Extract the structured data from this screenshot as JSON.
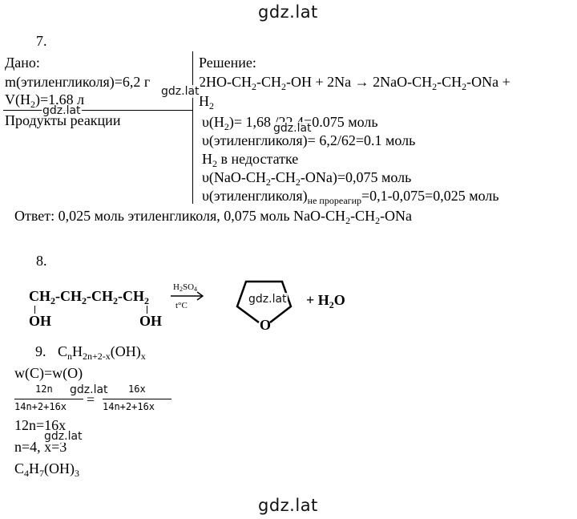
{
  "watermark": "gdz.lat",
  "task7": {
    "number": "7.",
    "given_title": "Дано:",
    "given_mass_pre": "m(этиленгликоля)=6,2 г",
    "given_volume_pre": "V(H",
    "given_volume_sub": "2",
    "given_volume_post": ")=1,68 л",
    "given_products": "Продукты реакции",
    "solution_title": "Решение:",
    "eq_parts": [
      "2HO-CH",
      "2",
      "-CH",
      "2",
      "-OH + 2Na → 2NaO-CH",
      "2",
      "-CH",
      "2",
      "-ONa +"
    ],
    "eq_tail_pre": "H",
    "eq_tail_sub": "2",
    "line_h2_pre": "υ(H",
    "line_h2_sub": "2",
    "line_h2_post": ")= 1,68 /22,4=0.075 моль",
    "line_glycol": "υ(этиленгликоля)= 6,2/62=0.1 моль",
    "line_deficit_pre": "H",
    "line_deficit_sub": "2",
    "line_deficit_post": " в недостатке",
    "line_naocalc_parts": [
      "υ(NaO-CH",
      "2",
      "-CH",
      "2",
      "-ONa)=0,075 моль"
    ],
    "line_left_pre": "υ(этиленгликоля)",
    "line_left_sub": "не прореагир",
    "line_left_post": "=0,1-0,075=0,025 моль",
    "answer_parts": [
      "Ответ: 0,025 моль этиленгликоля, 0,075 моль NaO-CH",
      "2",
      "-CH",
      "2",
      "-ONa"
    ]
  },
  "task8": {
    "number": "8.",
    "chain_parts": [
      "CH",
      "2",
      "-CH",
      "2",
      "-CH",
      "2",
      "-CH",
      "2"
    ],
    "oh_left": "OH",
    "oh_right": "OH",
    "cond_top_pre": "H",
    "cond_top_sub": "2",
    "cond_top_mid": "SO",
    "cond_top_sub2": "4",
    "cond_bottom": "t°C",
    "ring_atom": "O",
    "product_pre": "+ H",
    "product_sub": "2",
    "product_post": "O"
  },
  "task9": {
    "number": "9.",
    "formula_parts": [
      "C",
      "n",
      "H",
      "2n+2-x",
      "(OH)",
      "x"
    ],
    "line_wc": "w(C)=w(O)",
    "frac1_num": "12n",
    "frac1_den": "14n+2+16x",
    "eq_sign": "=",
    "frac2_num": "16x",
    "frac2_den": "14n+2+16x",
    "line_12n": "12n=16x",
    "line_nx": "n=4, x=3",
    "final_parts": [
      "C",
      "4",
      "H",
      "7",
      "(OH)",
      "3"
    ]
  }
}
